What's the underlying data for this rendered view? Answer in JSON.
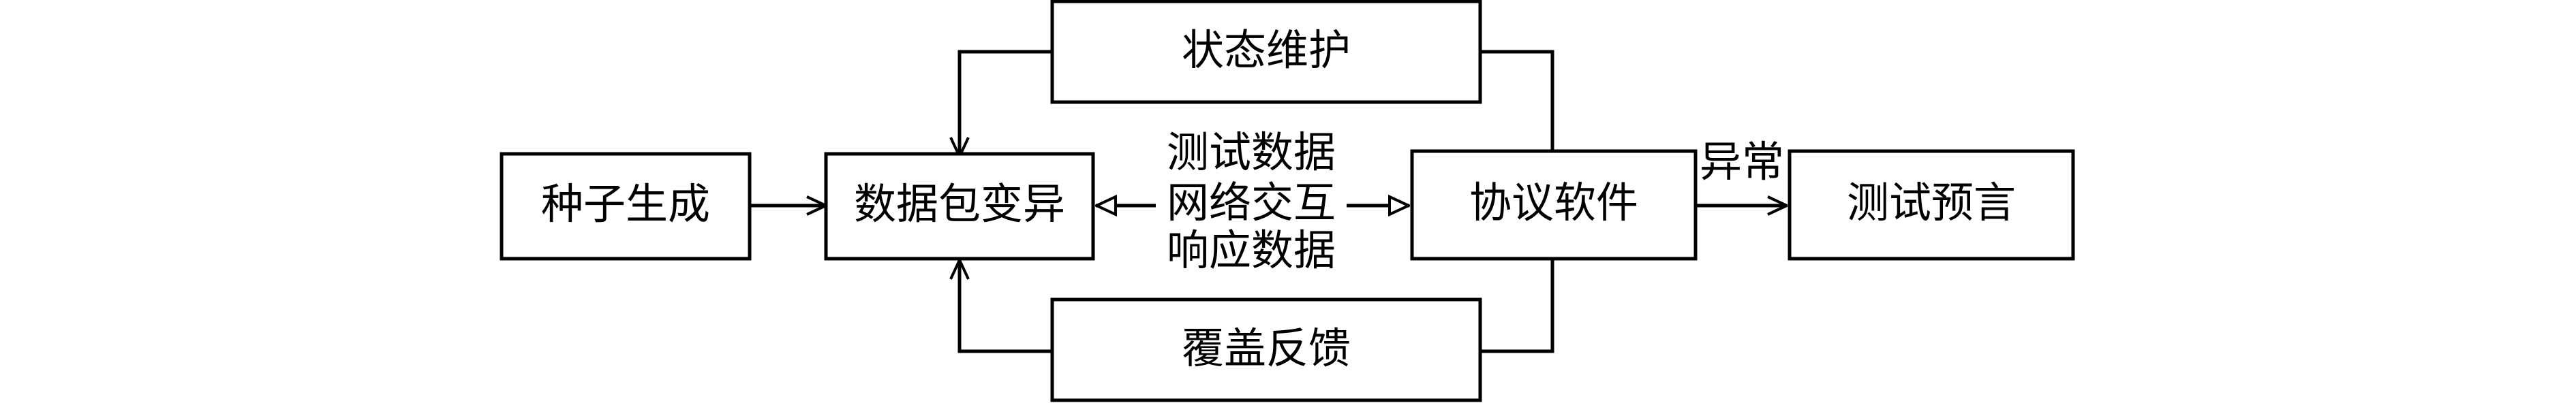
{
  "nodes": {
    "seed_generation": "种子生成",
    "packet_mutation": "数据包变异",
    "protocol_software": "协议软件",
    "test_oracle": "测试预言",
    "state_maintenance": "状态维护",
    "coverage_feedback": "覆盖反馈"
  },
  "labels": {
    "exchange_line1": "测试数据",
    "exchange_line2": "网络交互",
    "exchange_line3": "响应数据",
    "exception": "异常"
  }
}
